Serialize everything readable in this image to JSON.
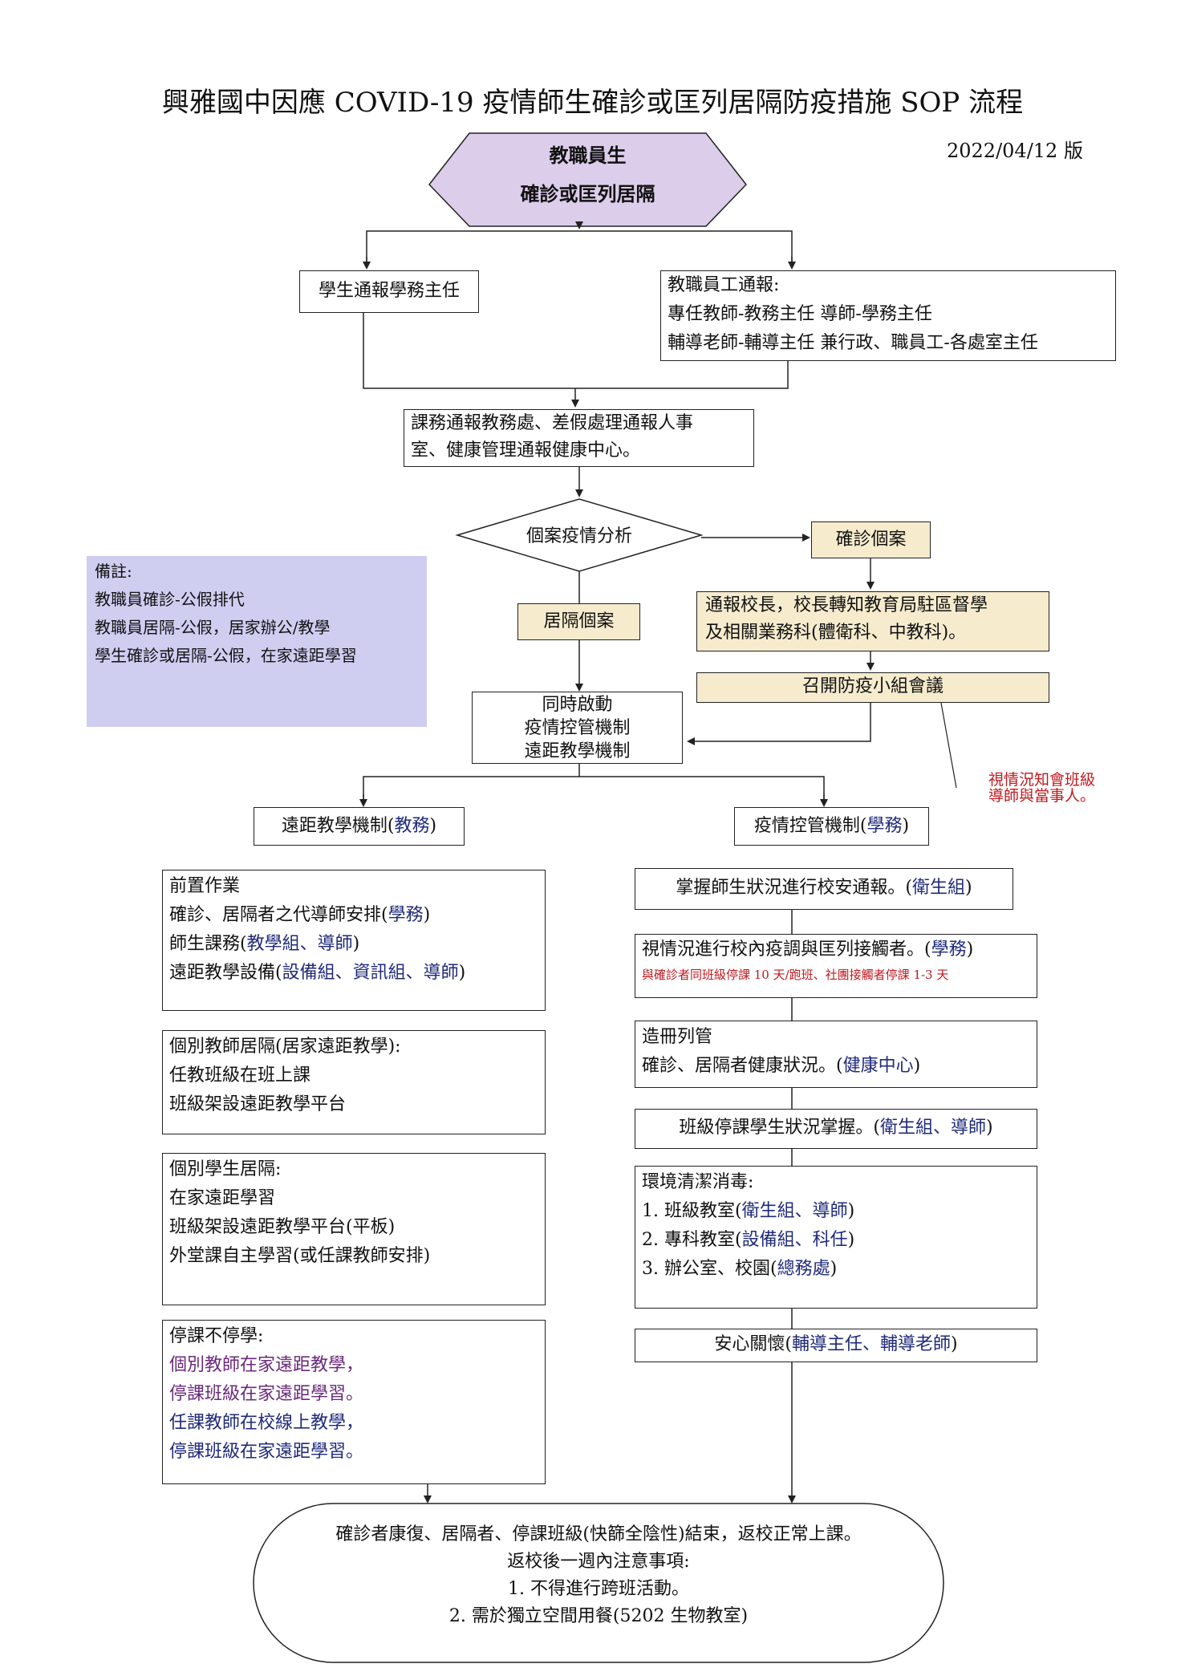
{
  "title": "興雅國中因應 COVID-19 疫情師生確診或匡列居隔防疫措施 SOP 流程",
  "version": "2022/04/12 版",
  "start": {
    "line1": "教職員生",
    "line2": "確診或匡列居隔"
  },
  "student_report": "學生通報學務主任",
  "staff_report": {
    "heading": "教職員工通報:",
    "line1": "專任教師-教務主任 導師-學務主任",
    "line2": "輔導老師-輔導主任 兼行政、職員工-各處室主任"
  },
  "office_report": {
    "line1": "課務通報教務處、差假處理通報人事",
    "line2": "室、健康管理通報健康中心。"
  },
  "decision": "個案疫情分析",
  "confirmed": "確診個案",
  "quarantine": "居隔個案",
  "notify_principal": {
    "line1": "通報校長，校長轉知教育局駐區督學",
    "line2": "及相關業務科(體衛科、中教科)。"
  },
  "meeting": "召開防疫小組會議",
  "meeting_note": {
    "line1": "視情況知會班級",
    "line2": "導師與當事人。"
  },
  "notes": {
    "heading": "備註:",
    "items": [
      "教職員確診-公假排代",
      "教職員居隔-公假，居家辦公/教學",
      "學生確診或居隔-公假，在家遠距學習"
    ]
  },
  "launch": {
    "line1": "同時啟動",
    "line2": "疫情控管機制",
    "line3": "遠距教學機制"
  },
  "remote_header": {
    "text": "遠距教學機制(",
    "unit": "教務",
    "close": ")"
  },
  "control_header": {
    "text": "疫情控管機制(",
    "unit": "學務",
    "close": ")"
  },
  "prep": {
    "heading": "前置作業",
    "l1_text": "確診、居隔者之代導師安排(",
    "l1_unit": "學務",
    "l1_close": ")",
    "l2_text": "師生課務(",
    "l2_unit": "教學組、導師",
    "l2_close": ")",
    "l3_text": "遠距教學設備(",
    "l3_unit": "設備組、資訊組、導師",
    "l3_close": ")"
  },
  "teacher_quarantine": {
    "heading": "個別教師居隔(居家遠距教學):",
    "line1": "任教班級在班上課",
    "line2": "班級架設遠距教學平台"
  },
  "student_quarantine": {
    "heading": "個別學生居隔:",
    "line1": "在家遠距學習",
    "line2": "班級架設遠距教學平台(平板)",
    "line3": "外堂課自主學習(或任課教師安排)"
  },
  "suspend": {
    "heading": "停課不停學:",
    "line1": "個別教師在家遠距教學，",
    "line2": "停課班級在家遠距學習。",
    "line3": "任課教師在校線上教學，",
    "line4": "停課班級在家遠距學習。"
  },
  "c1": {
    "text": "掌握師生狀況進行校安通報。(",
    "unit": "衛生組",
    "close": ")"
  },
  "c2": {
    "text": "視情況進行校內疫調與匡列接觸者。(",
    "unit": "學務",
    "close": ")",
    "note": "與確診者同班級停課 10 天/跑班、社團接觸者停課 1-3 天"
  },
  "c3": {
    "heading": "造冊列管",
    "text": "確診、居隔者健康狀況。(",
    "unit": "健康中心",
    "close": ")"
  },
  "c4": {
    "text": "班級停課學生狀況掌握。(",
    "unit": "衛生組、導師",
    "close": ")"
  },
  "c5": {
    "heading": "環境清潔消毒:",
    "i1_text": "1. 班級教室(",
    "i1_unit": "衛生組、導師",
    "i1_close": ")",
    "i2_text": "2. 專科教室(",
    "i2_unit": "設備組、科任",
    "i2_close": ")",
    "i3_text": "3. 辦公室、校園(",
    "i3_unit": "總務處",
    "i3_close": ")"
  },
  "c6": {
    "text": "安心關懷(",
    "unit": "輔導主任、輔導老師",
    "close": ")"
  },
  "end": {
    "line1": "確診者康復、居隔者、停課班級(快篩全陰性)結束，返校正常上課。",
    "line2": "返校後一週內注意事項:",
    "line3": "1. 不得進行跨班活動。",
    "line4": "2. 需於獨立空間用餐(5202 生物教室)"
  },
  "colors": {
    "hexagon": "#dccdea",
    "notes_bg": "#cfcdf0",
    "tan": "#f6ebcd",
    "navy": "#1f2a7a",
    "red": "#c0191f"
  }
}
